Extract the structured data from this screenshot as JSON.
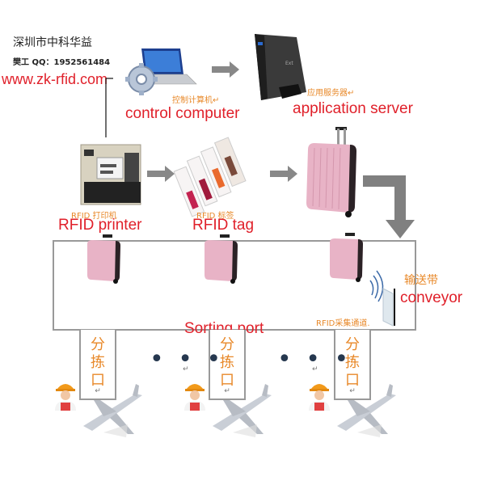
{
  "header": {
    "company": "深圳市中科华益",
    "contact": "樊工 QQ：1952561484",
    "website": "www.zk-rfid.com"
  },
  "nodes": {
    "control_computer": {
      "cn": "控制计算机↵",
      "en": "control computer",
      "icon": "laptop-gear-icon"
    },
    "application_server": {
      "cn": "应用服务器↵",
      "en": "application server",
      "icon": "server-icon"
    },
    "rfid_printer": {
      "cn": "RFID 打印机",
      "en": "RFID printer",
      "icon": "printer-icon"
    },
    "rfid_tag": {
      "cn": "RFID 标签",
      "en": "RFID tag",
      "icon": "rfid-tag-icon"
    },
    "luggage": {
      "icon": "luggage-icon"
    },
    "conveyor": {
      "cn": "输送带",
      "en": "conveyor"
    },
    "rfid_channel": {
      "cn": "RFID采集通道.",
      "icon": "rfid-antenna-icon"
    },
    "sorting_port": {
      "en": "Sorting port"
    }
  },
  "sorting_ports": [
    {
      "chars": [
        "分",
        "拣",
        "口"
      ],
      "mark": "↵"
    },
    {
      "chars": [
        "分",
        "拣",
        "口"
      ],
      "mark": "↵"
    },
    {
      "chars": [
        "分",
        "拣",
        "口"
      ],
      "mark": "↵"
    }
  ],
  "ellipsis": "• • •",
  "return_mark": "↵",
  "colors": {
    "label_en": "#e0202a",
    "label_cn": "#e8892a",
    "arrow": "#808080",
    "line": "#999999",
    "luggage": "#e8b3c6"
  }
}
